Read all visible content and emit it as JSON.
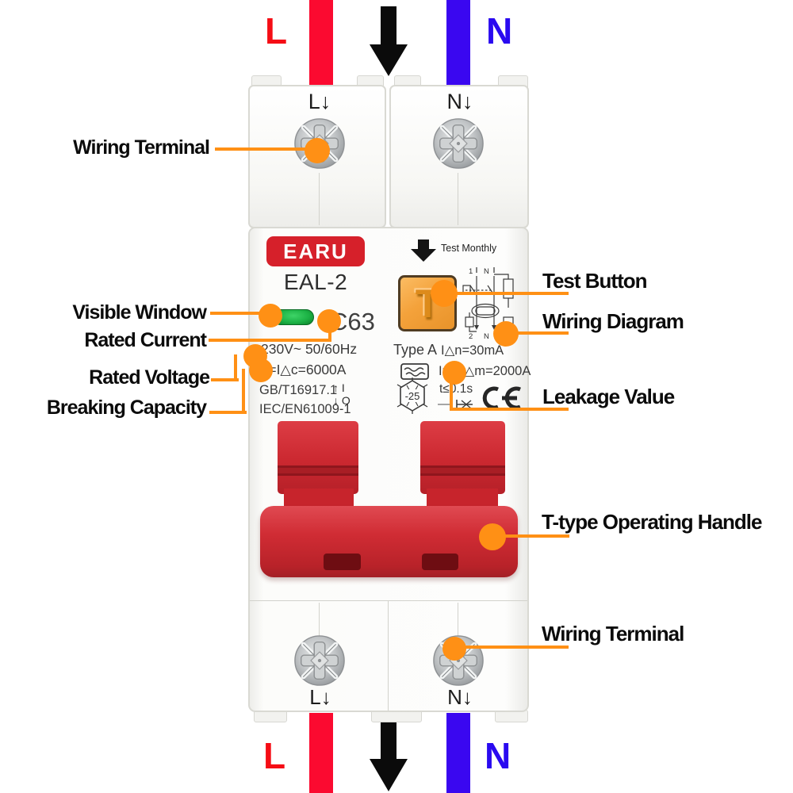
{
  "annotations": {
    "left": [
      {
        "id": "wiring-terminal-top",
        "label": "Wiring Terminal"
      },
      {
        "id": "visible-window",
        "label": "Visible Window"
      },
      {
        "id": "rated-current",
        "label": "Rated Current"
      },
      {
        "id": "rated-voltage",
        "label": "Rated Voltage"
      },
      {
        "id": "breaking-capacity",
        "label": "Breaking Capacity"
      }
    ],
    "right": [
      {
        "id": "test-button",
        "label": "Test Button"
      },
      {
        "id": "wiring-diagram",
        "label": "Wiring Diagram"
      },
      {
        "id": "leakage-value",
        "label": "Leakage Value"
      },
      {
        "id": "t-type-operating-handle",
        "label": "T-type Operating Handle"
      },
      {
        "id": "wiring-terminal-bottom",
        "label": "Wiring Terminal"
      }
    ]
  },
  "wiring": {
    "top": {
      "live": "L",
      "neutral": "N"
    },
    "bottom": {
      "live": "L",
      "neutral": "N"
    }
  },
  "breaker": {
    "brand": "EARU",
    "model": "EAL-2",
    "terminals": {
      "top_left": "L↓",
      "top_right": "N↓",
      "bottom_left": "L↓",
      "bottom_right": "N↓"
    },
    "markings": {
      "rated_current": "C63",
      "rated_voltage": "230V~ 50/60Hz",
      "breaking_capacity": "Inc=I△c=6000A",
      "standard_gb": "GB/T16917.1",
      "standard_iec": "IEC/EN61009-1",
      "on_arrow": "↑",
      "on_mark": "I",
      "off_arrow": "↓",
      "off_mark": "O",
      "type": "Type A",
      "residual_current": "I△n=30mA",
      "making_capacity": "Im=I△m=2000A",
      "trip_time": "t≤0.1s",
      "temperature": "-25",
      "test_instruction": "Test Monthly",
      "test_button_letter": "T",
      "ce_mark": "CE"
    },
    "mini_diagram": {
      "top_left": "1",
      "top_right": "N",
      "bottom_left": "2",
      "bottom_right": "N"
    }
  },
  "colors": {
    "annotation_orange": "#ff9015",
    "live_red": "#f50d15",
    "wire_red": "#fb0a30",
    "neutral_blue": "#2a0af0",
    "wire_blue": "#3a07f0",
    "brand_red": "#d6202a",
    "handle_red": "#cf2a33",
    "window_green": "#21b24a",
    "button_orange": "#f4a23b"
  }
}
